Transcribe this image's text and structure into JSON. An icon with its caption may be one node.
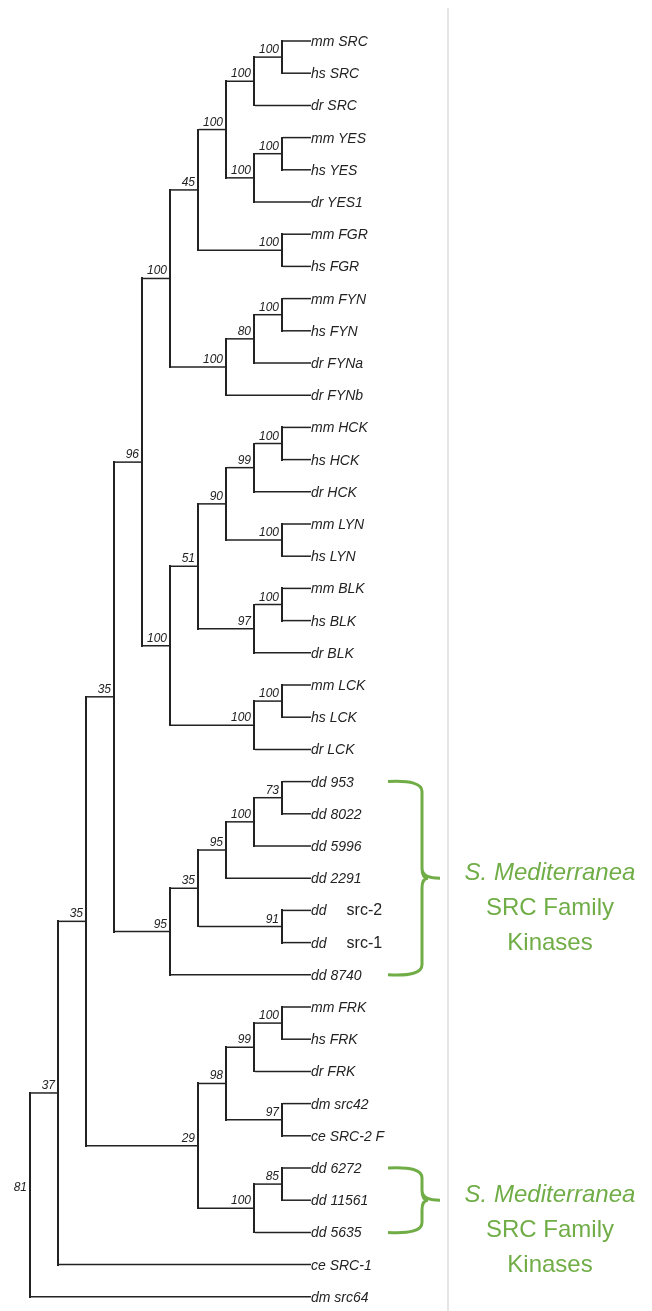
{
  "diagram": {
    "nodes": [
      {
        "text": [
          "mm SRC"
        ]
      },
      {
        "text": [
          "hs SRC"
        ]
      },
      {
        "text": [
          "dr SRC"
        ]
      },
      {
        "text": [
          "mm YES"
        ]
      },
      {
        "text": [
          "hs YES"
        ]
      },
      {
        "text": [
          "dr YES1"
        ]
      },
      {
        "text": [
          "mm FGR"
        ]
      },
      {
        "text": [
          "hs FGR"
        ]
      },
      {
        "text": [
          "mm FYN"
        ]
      },
      {
        "text": [
          "hs FYN"
        ]
      },
      {
        "text": [
          "dr FYNa"
        ]
      },
      {
        "text": [
          "dr FYNb"
        ]
      },
      {
        "text": [
          "mm HCK"
        ]
      },
      {
        "text": [
          "hs HCK"
        ]
      },
      {
        "text": [
          "dr HCK"
        ]
      },
      {
        "text": [
          "mm LYN"
        ]
      },
      {
        "text": [
          "hs LYN"
        ]
      },
      {
        "text": [
          "mm BLK"
        ]
      },
      {
        "text": [
          "hs BLK"
        ]
      },
      {
        "text": [
          "dr BLK"
        ]
      },
      {
        "text": [
          "mm LCK"
        ]
      },
      {
        "text": [
          "hs LCK"
        ]
      },
      {
        "text": [
          "dr LCK"
        ]
      },
      {
        "text": [
          "dd 953"
        ]
      },
      {
        "text": [
          "dd 8022"
        ]
      },
      {
        "text": [
          "dd 5996"
        ]
      },
      {
        "text": [
          "dd 2291"
        ]
      },
      {
        "text": [
          "dd",
          "src-2"
        ]
      },
      {
        "text": [
          "dd",
          "src-1"
        ]
      },
      {
        "text": [
          "dd 8740"
        ]
      },
      {
        "text": [
          "mm FRK"
        ]
      },
      {
        "text": [
          "hs FRK"
        ]
      },
      {
        "text": [
          "dr FRK"
        ]
      },
      {
        "text": [
          "dm src42"
        ]
      },
      {
        "text": [
          "ce SRC-2 F"
        ]
      },
      {
        "text": [
          "dd 6272"
        ]
      },
      {
        "text": [
          "dd 11561"
        ]
      },
      {
        "text": [
          "dd 5635"
        ]
      },
      {
        "text": [
          "ce SRC-1"
        ]
      },
      {
        "text": [
          "dm src64"
        ]
      },
      {
        "text": [],
        "shape": "bar",
        "beside": [
          "100"
        ]
      },
      {
        "text": [],
        "shape": "bar",
        "beside": [
          "100"
        ]
      },
      {
        "text": [],
        "shape": "bar",
        "beside": [
          "100"
        ]
      },
      {
        "text": [],
        "shape": "bar",
        "beside": [
          "100"
        ]
      },
      {
        "text": [],
        "shape": "bar",
        "beside": [
          "100"
        ]
      },
      {
        "text": [],
        "shape": "bar",
        "beside": [
          "100"
        ]
      },
      {
        "text": [],
        "shape": "bar",
        "beside": [
          "45"
        ]
      },
      {
        "text": [],
        "shape": "bar",
        "beside": [
          "100"
        ]
      },
      {
        "text": [],
        "shape": "bar",
        "beside": [
          "80"
        ]
      },
      {
        "text": [],
        "shape": "bar",
        "beside": [
          "100"
        ]
      },
      {
        "text": [],
        "shape": "bar",
        "beside": [
          "100"
        ]
      },
      {
        "text": [],
        "shape": "bar",
        "beside": [
          "100"
        ]
      },
      {
        "text": [],
        "shape": "bar",
        "beside": [
          "99"
        ]
      },
      {
        "text": [],
        "shape": "bar",
        "beside": [
          "100"
        ]
      },
      {
        "text": [],
        "shape": "bar",
        "beside": [
          "90"
        ]
      },
      {
        "text": [],
        "shape": "bar",
        "beside": [
          "100"
        ]
      },
      {
        "text": [],
        "shape": "bar",
        "beside": [
          "97"
        ]
      },
      {
        "text": [],
        "shape": "bar",
        "beside": [
          "51"
        ]
      },
      {
        "text": [],
        "shape": "bar",
        "beside": [
          "100"
        ]
      },
      {
        "text": [],
        "shape": "bar",
        "beside": [
          "100"
        ]
      },
      {
        "text": [],
        "shape": "bar",
        "beside": [
          "100"
        ]
      },
      {
        "text": [],
        "shape": "bar",
        "beside": [
          "96"
        ]
      },
      {
        "text": [],
        "shape": "bar",
        "beside": [
          "73"
        ]
      },
      {
        "text": [],
        "shape": "bar",
        "beside": [
          "100"
        ]
      },
      {
        "text": [],
        "shape": "bar",
        "beside": [
          "95"
        ]
      },
      {
        "text": [],
        "shape": "bar",
        "beside": [
          "91"
        ]
      },
      {
        "text": [],
        "shape": "bar",
        "beside": [
          "35"
        ]
      },
      {
        "text": [],
        "shape": "bar",
        "beside": [
          "95"
        ]
      },
      {
        "text": [],
        "shape": "bar",
        "beside": [
          "35"
        ]
      },
      {
        "text": [],
        "shape": "bar",
        "beside": [
          "100"
        ]
      },
      {
        "text": [],
        "shape": "bar",
        "beside": [
          "99"
        ]
      },
      {
        "text": [],
        "shape": "bar",
        "beside": [
          "97"
        ]
      },
      {
        "text": [],
        "shape": "bar",
        "beside": [
          "98"
        ]
      },
      {
        "text": [],
        "shape": "bar",
        "beside": [
          "85"
        ]
      },
      {
        "text": [],
        "shape": "bar",
        "beside": [
          "100"
        ]
      },
      {
        "text": [],
        "shape": "bar",
        "beside": [
          "29"
        ]
      },
      {
        "text": [],
        "shape": "bar",
        "beside": [
          "35"
        ]
      },
      {
        "text": [],
        "shape": "bar",
        "beside": [
          "37"
        ]
      },
      {
        "text": [],
        "shape": "bar",
        "beside": [
          "81"
        ]
      }
    ],
    "edges": [
      {
        "from": 40,
        "to": 0,
        "arrow": "none"
      },
      {
        "from": 40,
        "to": 1,
        "arrow": "none"
      },
      {
        "from": 41,
        "to": 40,
        "arrow": "none"
      },
      {
        "from": 41,
        "to": 2,
        "arrow": "none"
      },
      {
        "from": 42,
        "to": 3,
        "arrow": "none"
      },
      {
        "from": 42,
        "to": 4,
        "arrow": "none"
      },
      {
        "from": 43,
        "to": 42,
        "arrow": "none"
      },
      {
        "from": 43,
        "to": 5,
        "arrow": "none"
      },
      {
        "from": 44,
        "to": 41,
        "arrow": "none"
      },
      {
        "from": 44,
        "to": 43,
        "arrow": "none"
      },
      {
        "from": 45,
        "to": 6,
        "arrow": "none"
      },
      {
        "from": 45,
        "to": 7,
        "arrow": "none"
      },
      {
        "from": 46,
        "to": 44,
        "arrow": "none"
      },
      {
        "from": 46,
        "to": 45,
        "arrow": "none"
      },
      {
        "from": 47,
        "to": 8,
        "arrow": "none"
      },
      {
        "from": 47,
        "to": 9,
        "arrow": "none"
      },
      {
        "from": 48,
        "to": 47,
        "arrow": "none"
      },
      {
        "from": 48,
        "to": 10,
        "arrow": "none"
      },
      {
        "from": 49,
        "to": 48,
        "arrow": "none"
      },
      {
        "from": 49,
        "to": 11,
        "arrow": "none"
      },
      {
        "from": 50,
        "to": 46,
        "arrow": "none"
      },
      {
        "from": 50,
        "to": 49,
        "arrow": "none"
      },
      {
        "from": 51,
        "to": 12,
        "arrow": "none"
      },
      {
        "from": 51,
        "to": 13,
        "arrow": "none"
      },
      {
        "from": 52,
        "to": 51,
        "arrow": "none"
      },
      {
        "from": 52,
        "to": 14,
        "arrow": "none"
      },
      {
        "from": 53,
        "to": 15,
        "arrow": "none"
      },
      {
        "from": 53,
        "to": 16,
        "arrow": "none"
      },
      {
        "from": 54,
        "to": 52,
        "arrow": "none"
      },
      {
        "from": 54,
        "to": 53,
        "arrow": "none"
      },
      {
        "from": 55,
        "to": 17,
        "arrow": "none"
      },
      {
        "from": 55,
        "to": 18,
        "arrow": "none"
      },
      {
        "from": 56,
        "to": 55,
        "arrow": "none"
      },
      {
        "from": 56,
        "to": 19,
        "arrow": "none"
      },
      {
        "from": 57,
        "to": 54,
        "arrow": "none"
      },
      {
        "from": 57,
        "to": 56,
        "arrow": "none"
      },
      {
        "from": 58,
        "to": 20,
        "arrow": "none"
      },
      {
        "from": 58,
        "to": 21,
        "arrow": "none"
      },
      {
        "from": 59,
        "to": 58,
        "arrow": "none"
      },
      {
        "from": 59,
        "to": 22,
        "arrow": "none"
      },
      {
        "from": 60,
        "to": 57,
        "arrow": "none"
      },
      {
        "from": 60,
        "to": 59,
        "arrow": "none"
      },
      {
        "from": 61,
        "to": 50,
        "arrow": "none"
      },
      {
        "from": 61,
        "to": 60,
        "arrow": "none"
      },
      {
        "from": 62,
        "to": 23,
        "arrow": "none"
      },
      {
        "from": 62,
        "to": 24,
        "arrow": "none"
      },
      {
        "from": 63,
        "to": 62,
        "arrow": "none"
      },
      {
        "from": 63,
        "to": 25,
        "arrow": "none"
      },
      {
        "from": 64,
        "to": 63,
        "arrow": "none"
      },
      {
        "from": 64,
        "to": 26,
        "arrow": "none"
      },
      {
        "from": 65,
        "to": 27,
        "arrow": "none"
      },
      {
        "from": 65,
        "to": 28,
        "arrow": "none"
      },
      {
        "from": 66,
        "to": 64,
        "arrow": "none"
      },
      {
        "from": 66,
        "to": 65,
        "arrow": "none"
      },
      {
        "from": 67,
        "to": 66,
        "arrow": "none"
      },
      {
        "from": 67,
        "to": 29,
        "arrow": "none"
      },
      {
        "from": 68,
        "to": 61,
        "arrow": "none"
      },
      {
        "from": 68,
        "to": 67,
        "arrow": "none"
      },
      {
        "from": 69,
        "to": 30,
        "arrow": "none"
      },
      {
        "from": 69,
        "to": 31,
        "arrow": "none"
      },
      {
        "from": 70,
        "to": 69,
        "arrow": "none"
      },
      {
        "from": 70,
        "to": 32,
        "arrow": "none"
      },
      {
        "from": 71,
        "to": 33,
        "arrow": "none"
      },
      {
        "from": 71,
        "to": 34,
        "arrow": "none"
      },
      {
        "from": 72,
        "to": 70,
        "arrow": "none"
      },
      {
        "from": 72,
        "to": 71,
        "arrow": "none"
      },
      {
        "from": 73,
        "to": 35,
        "arrow": "none"
      },
      {
        "from": 73,
        "to": 36,
        "arrow": "none"
      },
      {
        "from": 74,
        "to": 73,
        "arrow": "none"
      },
      {
        "from": 74,
        "to": 37,
        "arrow": "none"
      },
      {
        "from": 75,
        "to": 72,
        "arrow": "none"
      },
      {
        "from": 75,
        "to": 74,
        "arrow": "none"
      },
      {
        "from": 76,
        "to": 68,
        "arrow": "none"
      },
      {
        "from": 76,
        "to": 75,
        "arrow": "none"
      },
      {
        "from": 77,
        "to": 76,
        "arrow": "none"
      },
      {
        "from": 77,
        "to": 38,
        "arrow": "none"
      },
      {
        "from": 78,
        "to": 77,
        "arrow": "none"
      },
      {
        "from": 78,
        "to": 39,
        "arrow": "none"
      }
    ],
    "labels": [
      "*S. Mediterranea* SRC Family Kinases",
      "*S. Mediterranea* SRC Family Kinases"
    ]
  }
}
